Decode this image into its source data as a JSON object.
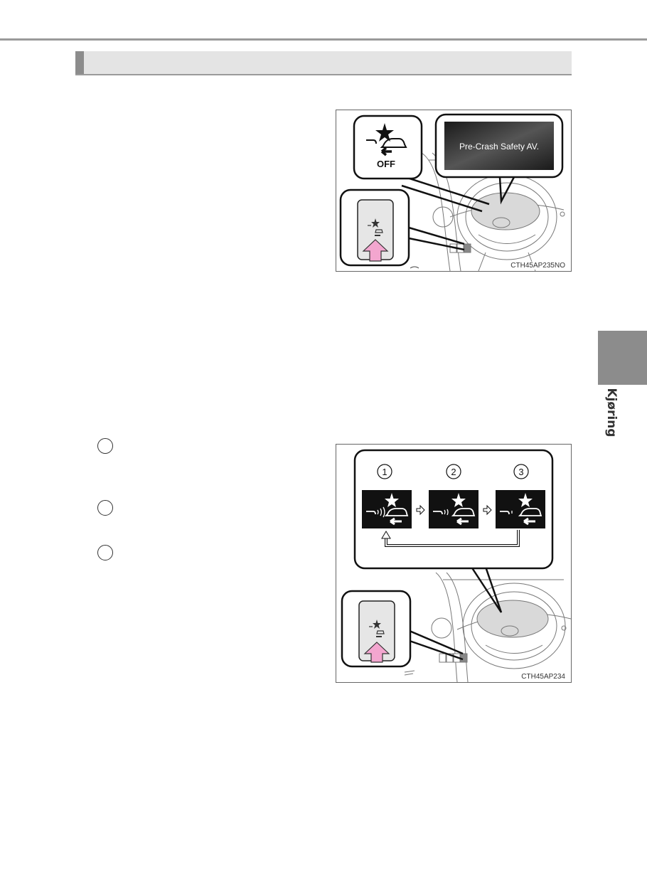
{
  "side_tab": {
    "label": "Kjøring"
  },
  "figure1": {
    "display_text": "Pre-Crash Safety AV.",
    "off_label": "OFF",
    "code": "CTH45AP235NO"
  },
  "figure2": {
    "numbers": [
      "1",
      "2",
      "3"
    ],
    "code": "CTH45AP234"
  },
  "icons": {
    "pcs": "pre-crash-safety-icon",
    "arrow": "push-arrow-icon"
  },
  "colors": {
    "rule": "#9a9a9a",
    "section_bar": "#e4e4e4",
    "tab": "#8c8c8c",
    "arrow_pink": "#f3a6cf"
  }
}
